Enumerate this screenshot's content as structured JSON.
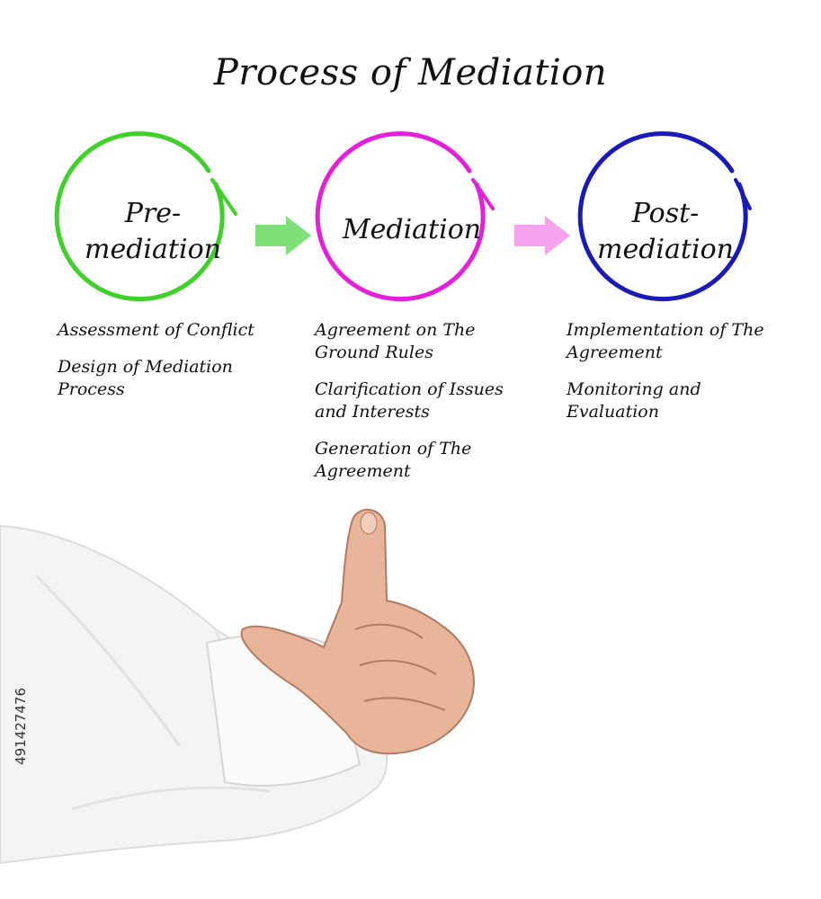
{
  "title": "Process of Mediation",
  "stages": [
    {
      "label": "Pre-\nmediation",
      "color": "#3fd12a",
      "items": [
        "Assessment of Conflict",
        "Design of Mediation\nProcess"
      ]
    },
    {
      "label": "Mediation",
      "color": "#e61edc",
      "items": [
        "Agreement on The\nGround Rules",
        "Clarification of Issues\nand Interests",
        "Generation of The\nAgreement"
      ]
    },
    {
      "label": "Post-\nmediation",
      "color": "#1a1ab8",
      "items": [
        "Implementation of The\nAgreement",
        "Monitoring and\nEvaluation"
      ]
    }
  ],
  "arrows": [
    {
      "color": "#7fe07a"
    },
    {
      "color": "#f5a3ec"
    }
  ],
  "watermark_id": "491427476",
  "icons": [
    "arrow-right-icon",
    "pointing-hand-illustration"
  ]
}
